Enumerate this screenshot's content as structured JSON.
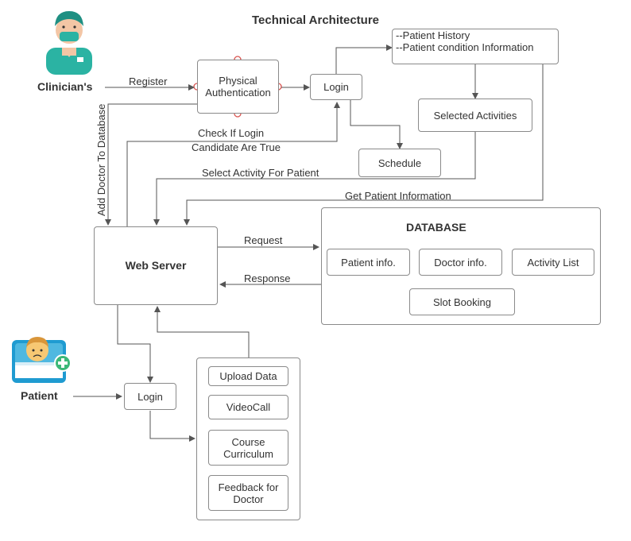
{
  "title": "Technical Architecture",
  "actors": {
    "clinician": "Clinician's",
    "patient": "Patient"
  },
  "nodes": {
    "physical_auth": "Physical Authentication",
    "login_top": "Login",
    "patient_history_line1": "--Patient History",
    "patient_history_line2": "--Patient condition Information",
    "selected_activities": "Selected Activities",
    "schedule": "Schedule",
    "web_server": "Web Server",
    "database": "DATABASE",
    "patient_info": "Patient info.",
    "doctor_info": "Doctor info.",
    "activity_list": "Activity List",
    "slot_booking": "Slot Booking",
    "login_bottom": "Login",
    "upload_data": "Upload Data",
    "video_call": "VideoCall",
    "course_curriculum": "Course Curriculum",
    "feedback_doctor": "Feedback for Doctor"
  },
  "edges": {
    "register": "Register",
    "check_login_line1": "Check If Login",
    "check_login_line2": "Candidate Are True",
    "select_activity": "Select Activity For Patient",
    "get_patient_info": "Get Patient Information",
    "add_doctor": "Add Doctor To Database",
    "request": "Request",
    "response": "Response"
  },
  "colors": {
    "line": "#555555",
    "box_border": "#8a8a8a",
    "scrub_teal": "#2bb3a3",
    "auth_handle": "#d9534f",
    "patient_blue": "#1f9bd1",
    "plus_green": "#3cb878"
  }
}
